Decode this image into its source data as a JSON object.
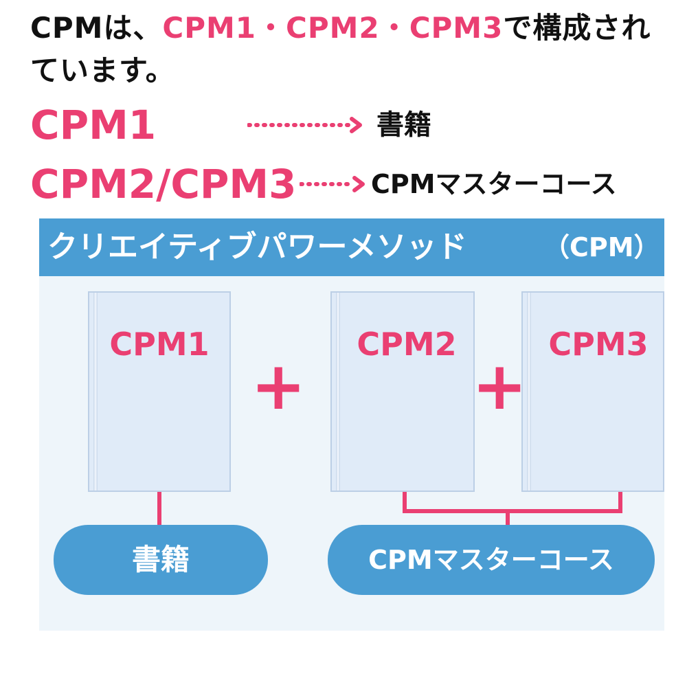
{
  "intro": {
    "part1": "CPMは、",
    "cpm1": "CPM1",
    "sep1": "・",
    "cpm2": "CPM2",
    "sep2": "・",
    "cpm3": "CPM3",
    "part2": "で構成されています。"
  },
  "mapping": [
    {
      "key": "CPM1",
      "value": "書籍"
    },
    {
      "key": "CPM2/CPM3",
      "value": "CPMマスターコース"
    }
  ],
  "panel": {
    "title_jp": "クリエイティブパワーメソッド",
    "title_abbr": "（CPM）"
  },
  "books": [
    {
      "label": "CPM1"
    },
    {
      "label": "CPM2"
    },
    {
      "label": "CPM3"
    }
  ],
  "plus_symbol": "+",
  "pills": {
    "book": "書籍",
    "course": "CPMマスターコース"
  },
  "colors": {
    "accent_pink": "#ea3f72",
    "header_blue": "#4a9dd3",
    "panel_bg": "#eef5fa",
    "book_fill": "#e0ebf8"
  }
}
